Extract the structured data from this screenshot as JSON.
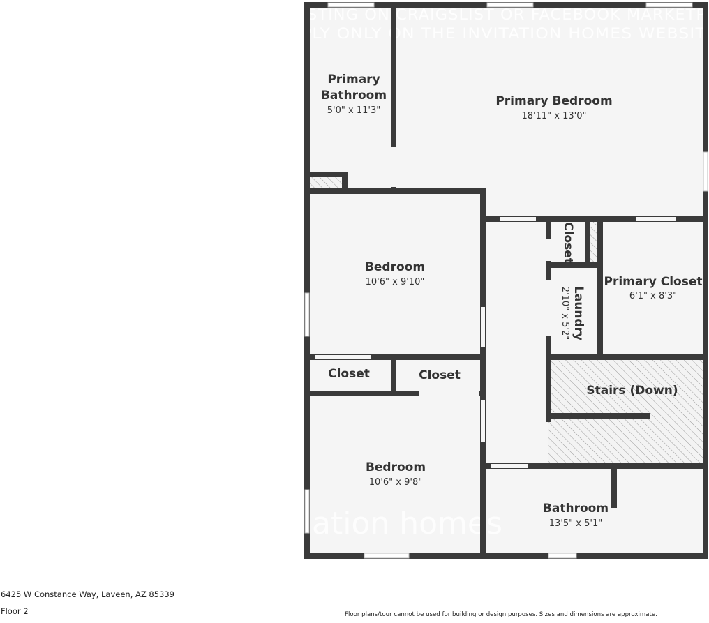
{
  "watermark": {
    "line1": "STING ON CRAIGSLIST OR FACEBOOK MARKETP",
    "line2": "PLY ONLY ON THE INVITATION HOMES WEBSIT",
    "logo": "ation homes"
  },
  "rooms": [
    {
      "id": "primary-bathroom",
      "name": "Primary",
      "name2": "Bathroom",
      "dims": "5'0\" x 11'3\""
    },
    {
      "id": "primary-bedroom",
      "name": "Primary Bedroom",
      "dims": "18'11\" x 13'0\""
    },
    {
      "id": "bedroom-upper",
      "name": "Bedroom",
      "dims": "10'6\" x 9'10\""
    },
    {
      "id": "closet-left",
      "name": "Closet"
    },
    {
      "id": "closet-middle",
      "name": "Closet"
    },
    {
      "id": "bedroom-lower",
      "name": "Bedroom",
      "dims": "10'6\" x 9'8\""
    },
    {
      "id": "closet-small",
      "name": "Closet"
    },
    {
      "id": "laundry",
      "name": "Laundry",
      "dims": "2'10\" x 5'2\""
    },
    {
      "id": "primary-closet",
      "name": "Primary Closet",
      "dims": "6'1\" x 8'3\""
    },
    {
      "id": "stairs",
      "name": "Stairs (Down)"
    },
    {
      "id": "bathroom",
      "name": "Bathroom",
      "dims": "13'5\" x 5'1\""
    }
  ],
  "footer": {
    "address": "6425 W Constance Way, Laveen, AZ 85339",
    "floor": "Floor 2",
    "disclaimer": "Floor plans/tour cannot be used for building or design purposes. Sizes and dimensions are approximate."
  },
  "colors": {
    "wall": "#3a3a3a",
    "floor": "#f5f5f5",
    "window": "#ffffff",
    "hatch": "#888888"
  }
}
